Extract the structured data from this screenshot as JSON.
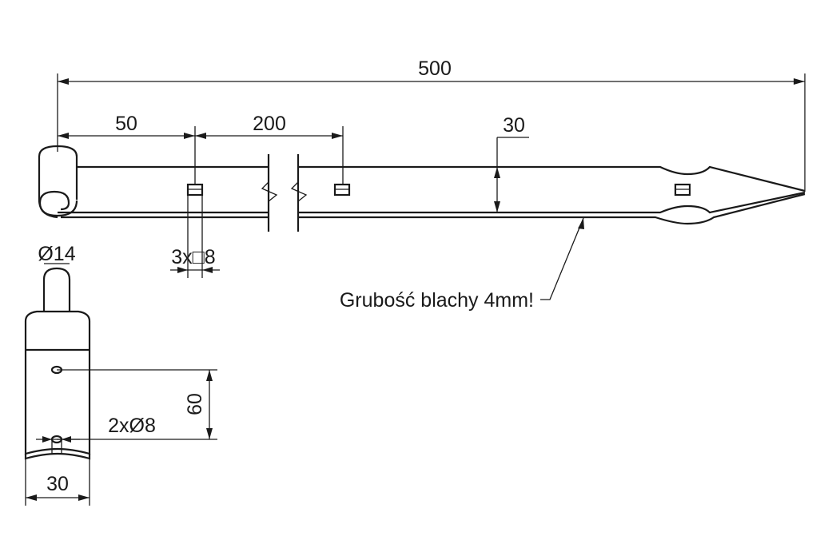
{
  "dimensions": {
    "total_length": "500",
    "first_hole_offset": "50",
    "hole_spacing": "200",
    "strap_width": "30",
    "slot_count_size": "3x□8",
    "pin_diameter": "Ø14",
    "mount_hole_spacing": "60",
    "mount_holes": "2xØ8",
    "plate_width": "30"
  },
  "notes": {
    "sheet_thickness": "Grubość blachy 4mm!"
  }
}
